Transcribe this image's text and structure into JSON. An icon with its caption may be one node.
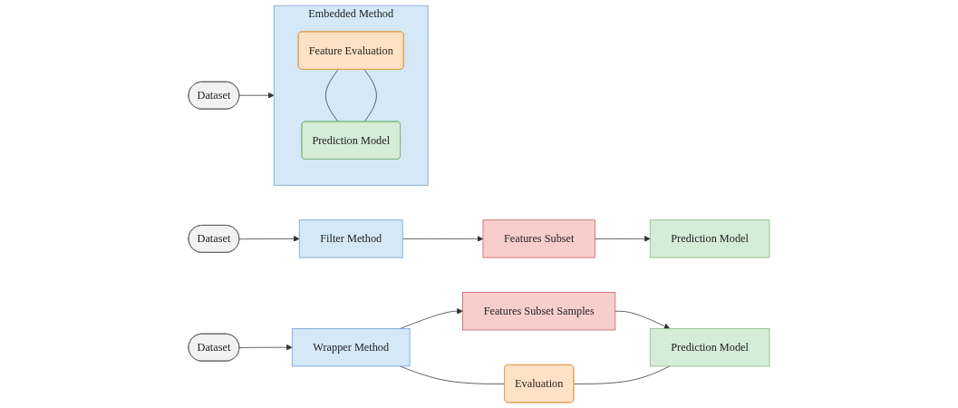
{
  "diagram": {
    "nodes": [
      {
        "text": [
          "Dataset"
        ]
      },
      {
        "text": [
          "Filter Method"
        ]
      },
      {
        "text": [
          "Features Subset"
        ]
      },
      {
        "text": [
          "Prediction Model"
        ]
      },
      {
        "text": [
          "Dataset"
        ]
      },
      {
        "text": [
          "Wrapper Method"
        ]
      },
      {
        "text": [
          "Features Subset Samples"
        ]
      },
      {
        "text": [
          "Prediction Model"
        ]
      },
      {
        "text": [
          "Evaluation"
        ]
      },
      {
        "text": [
          "Dataset"
        ]
      },
      {
        "text": [
          "Embedded Method"
        ]
      },
      {
        "text": [
          "Feature Evaluation"
        ],
        "in": 10
      },
      {
        "text": [
          "Prediction Model"
        ],
        "in": 10
      }
    ],
    "edges": [
      {
        "from": 0,
        "to": 1,
        "arrow": "to"
      },
      {
        "from": 1,
        "to": 2,
        "arrow": "to"
      },
      {
        "from": 2,
        "to": 3,
        "arrow": "to"
      },
      {
        "from": 4,
        "to": 5,
        "arrow": "to"
      },
      {
        "from": 5,
        "to": 6,
        "arrow": "to"
      },
      {
        "from": 6,
        "to": 7,
        "arrow": "to"
      },
      {
        "from": 5,
        "to": 8,
        "arrow": "none"
      },
      {
        "from": 8,
        "to": 7,
        "arrow": "none"
      },
      {
        "from": 9,
        "to": 10,
        "arrow": "to"
      },
      {
        "from": 11,
        "to": 12,
        "arrow": "none"
      },
      {
        "from": 11,
        "to": 12,
        "arrow": "none"
      }
    ]
  }
}
